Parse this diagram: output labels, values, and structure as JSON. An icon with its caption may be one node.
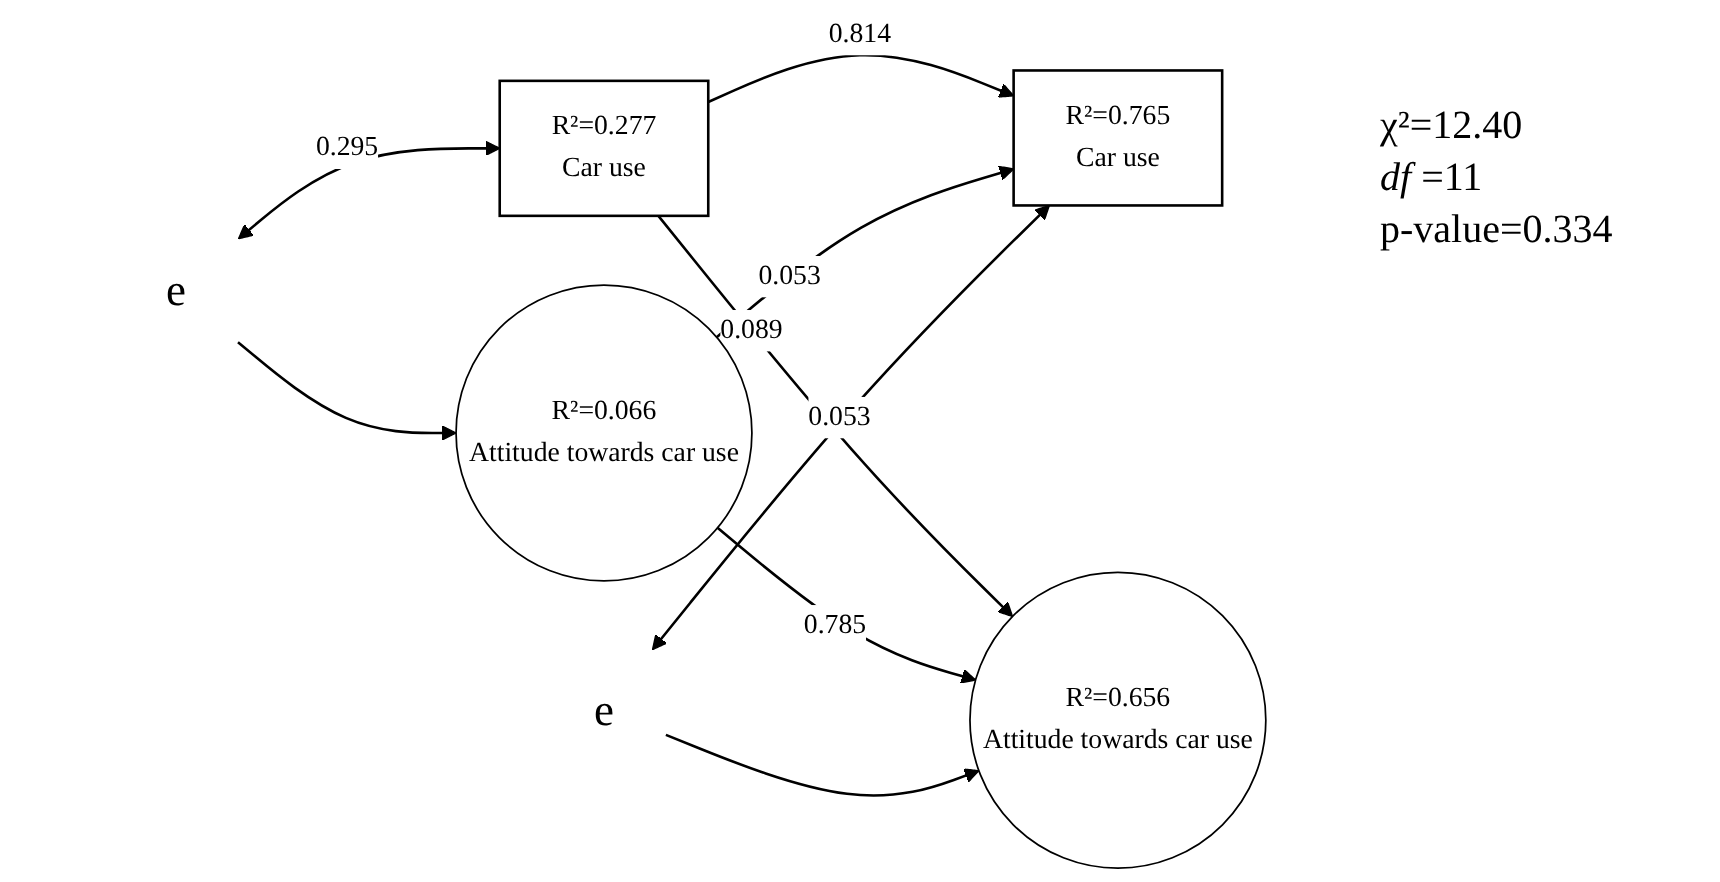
{
  "diagram": {
    "nodes": [
      {
        "text": [
          "R²=0.277",
          "Car use"
        ]
      },
      {
        "text": [
          "R²=0.765",
          "Car use"
        ]
      },
      {
        "text": [
          "R²=0.066",
          "Attitude towards car use"
        ]
      },
      {
        "text": [
          "R²=0.656",
          "Attitude towards car use"
        ]
      },
      {
        "text": [
          "e"
        ]
      },
      {
        "text": [
          "e"
        ]
      }
    ],
    "edges": [
      {
        "from": 0,
        "to": 1,
        "arrow": "to",
        "label": "0.814"
      },
      {
        "from": 0,
        "to": 3,
        "arrow": "to",
        "label": "0.089"
      },
      {
        "from": 2,
        "to": 1,
        "arrow": "to",
        "label": "0.053"
      },
      {
        "from": 2,
        "to": 3,
        "arrow": "to",
        "label": "0.785"
      },
      {
        "from": 4,
        "to": 0,
        "arrow": "both",
        "label": "0.295"
      },
      {
        "from": 4,
        "to": 2,
        "arrow": "to"
      },
      {
        "from": 5,
        "to": 1,
        "arrow": "both",
        "label": "0.053"
      },
      {
        "from": 5,
        "to": 3,
        "arrow": "to"
      }
    ],
    "labels": [
      "χ²=12.40",
      "*df* =11",
      "p-value=0.334"
    ]
  }
}
